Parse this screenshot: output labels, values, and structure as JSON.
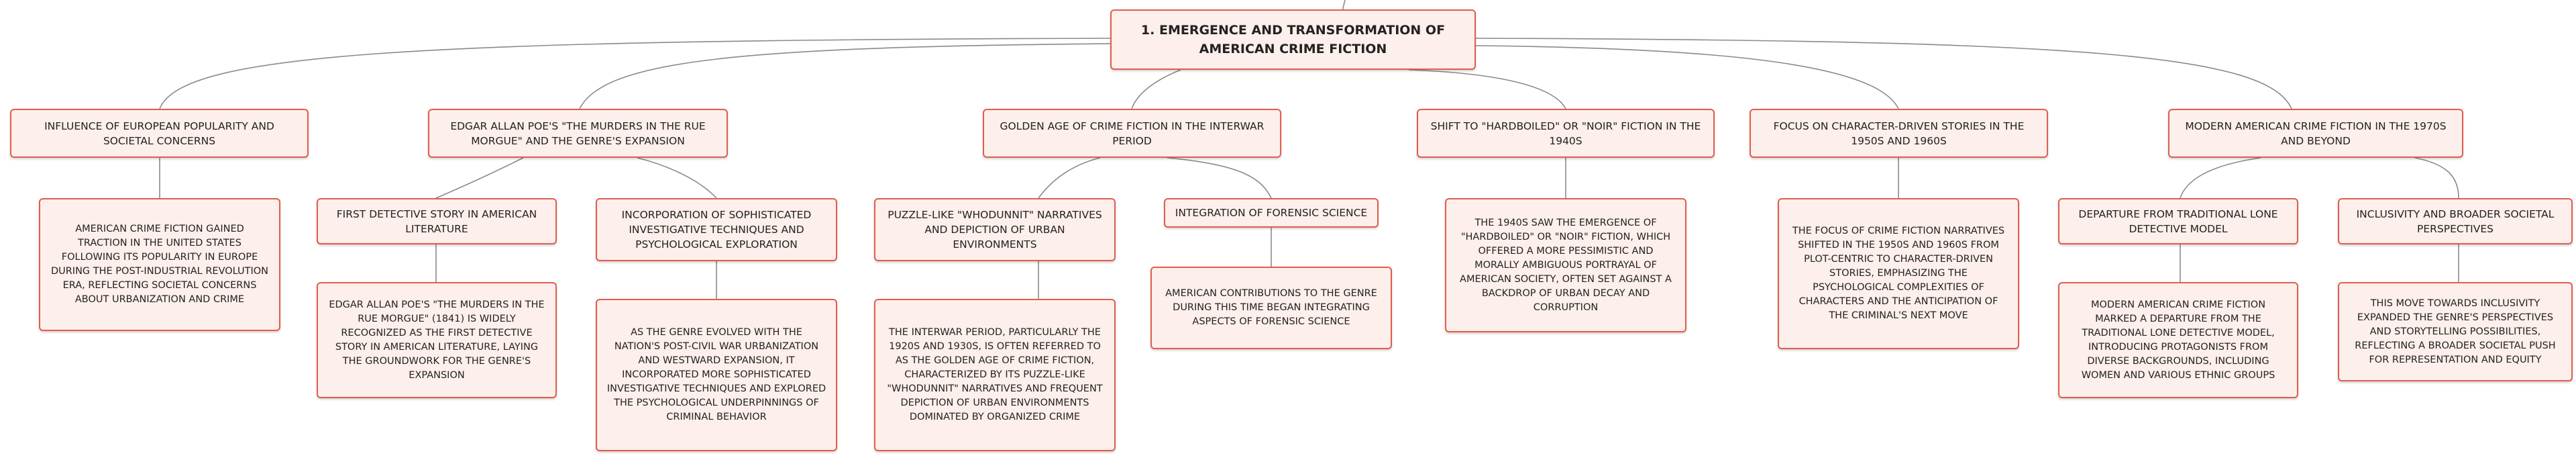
{
  "colors": {
    "node_fill": "#fdefeb",
    "node_border": "#e25d4d",
    "link": "#8a8a8a"
  },
  "root": {
    "label": "1. Emergence and Transformation of American Crime Fiction"
  },
  "branches": [
    {
      "label": "Influence of European Popularity and Societal Concerns",
      "children": [
        {
          "text": "American crime fiction gained traction in the United States following its popularity in Europe during the post-industrial revolution era, reflecting societal concerns about urbanization and crime"
        }
      ]
    },
    {
      "label": "Edgar Allan Poe's \"The Murders in the Rue Morgue\" and the Genre's Expansion",
      "children": [
        {
          "label": "First Detective Story in American Literature",
          "text": "Edgar Allan Poe's \"The Murders in the Rue Morgue\" (1841) is widely recognized as the first detective story in American literature, laying the groundwork for the genre's expansion"
        },
        {
          "label": "Incorporation of Sophisticated Investigative Techniques and Psychological Exploration",
          "text": "As the genre evolved with the nation's post-Civil War urbanization and westward expansion, it incorporated more sophisticated investigative techniques and explored the psychological underpinnings of criminal behavior"
        }
      ]
    },
    {
      "label": "Golden Age of Crime Fiction in the Interwar Period",
      "children": [
        {
          "label": "Puzzle-like \"whodunnit\" narratives and depiction of urban environments",
          "text": "The interwar period, particularly the 1920s and 1930s, is often referred to as the Golden Age of crime fiction, characterized by its puzzle-like \"whodunnit\" narratives and frequent depiction of urban environments dominated by organized crime"
        },
        {
          "label": "Integration of Forensic Science",
          "text": "American contributions to the genre during this time began integrating aspects of forensic science"
        }
      ]
    },
    {
      "label": "Shift to \"Hardboiled\" or \"Noir\" Fiction in the 1940s",
      "children": [
        {
          "text": "The 1940s saw the emergence of \"hardboiled\" or \"noir\" fiction, which offered a more pessimistic and morally ambiguous portrayal of American society, often set against a backdrop of urban decay and corruption"
        }
      ]
    },
    {
      "label": "Focus on Character-Driven Stories in the 1950s and 1960s",
      "children": [
        {
          "text": "The focus of crime fiction narratives shifted in the 1950s and 1960s from plot-centric to character-driven stories, emphasizing the psychological complexities of characters and the anticipation of the criminal's next move"
        }
      ]
    },
    {
      "label": "Modern American Crime Fiction in the 1970s and Beyond",
      "children": [
        {
          "label": "Departure from Traditional Lone Detective Model",
          "text": "Modern American crime fiction marked a departure from the traditional lone detective model, introducing protagonists from diverse backgrounds, including women and various ethnic groups"
        },
        {
          "label": "Inclusivity and Broader Societal Perspectives",
          "text": "This move towards inclusivity expanded the genre's perspectives and storytelling possibilities, reflecting a broader societal push for representation and equity"
        }
      ]
    }
  ]
}
